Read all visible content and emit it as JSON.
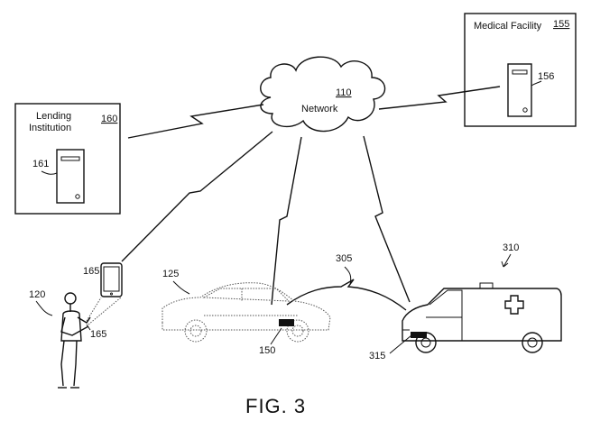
{
  "network": {
    "name": "Network",
    "ref": "110"
  },
  "lending_institution": {
    "name_line1": "Lending",
    "name_line2": "Institution",
    "ref": "160",
    "server_ref": "161"
  },
  "medical_facility": {
    "name": "Medical Facility",
    "ref": "155",
    "server_ref": "156"
  },
  "person": {
    "ref": "120",
    "hand_ref": "165"
  },
  "phone": {
    "ref": "165"
  },
  "car": {
    "ref": "125",
    "device_ref": "150"
  },
  "ambulance": {
    "ref": "310",
    "device_ref": "315"
  },
  "link": {
    "ref": "305"
  },
  "caption": "FIG. 3"
}
